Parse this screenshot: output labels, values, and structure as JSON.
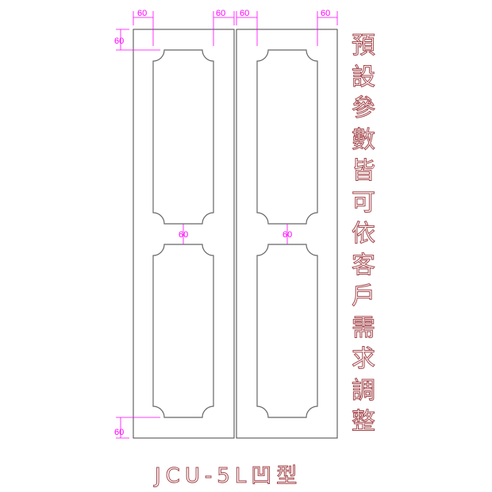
{
  "diagram": {
    "title": "JCU-5L凹型",
    "note_vertical": [
      "預",
      "設",
      "參",
      "數",
      "皆",
      "可",
      "依",
      "客",
      "戶",
      "需",
      "求",
      "調",
      "整"
    ],
    "dimensions": {
      "top_left_door_left": "60",
      "top_left_door_right": "60",
      "top_right_door_left": "60",
      "top_right_door_right": "60",
      "left_top_margin": "60",
      "left_bottom_margin": "60",
      "middle_gap_left": "60",
      "middle_gap_right": "60"
    },
    "colors": {
      "dimension": "#ff00ff",
      "outline": "#555555",
      "text": "#a3474c"
    }
  }
}
